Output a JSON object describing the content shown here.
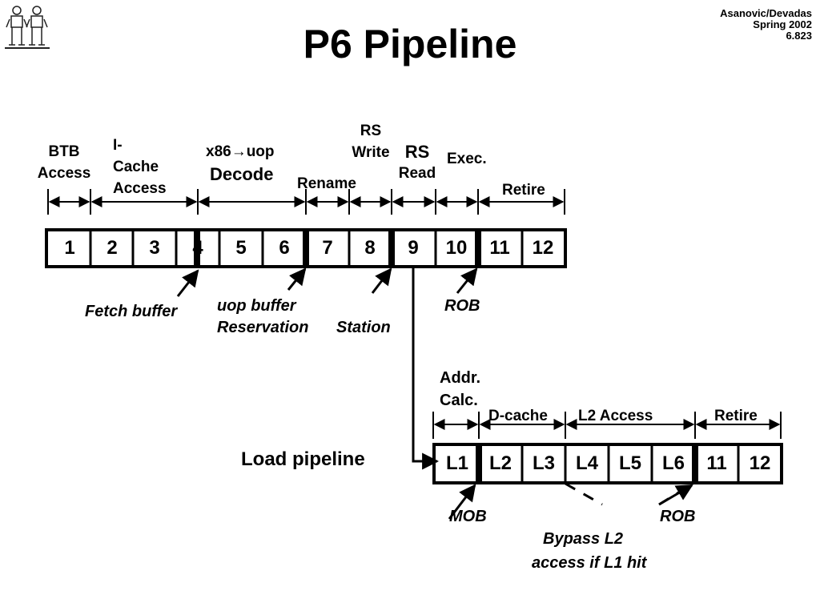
{
  "slide": {
    "title": "P6 Pipeline",
    "credit": [
      "Asanovic/Devadas",
      "Spring 2002",
      "6.823"
    ],
    "logo_icon": "mit-people-logo-icon"
  },
  "main_pipeline": {
    "stage_labels": {
      "btb": [
        "BTB",
        "Access"
      ],
      "icache": [
        "I-",
        "Cache",
        "Access"
      ],
      "decode_top": "x86→uop",
      "decode_bottom": "Decode",
      "rename": "Rename",
      "rs_write": [
        "RS",
        "Write"
      ],
      "rs_read": [
        "RS",
        "Read"
      ],
      "exec": "Exec.",
      "retire": "Retire"
    },
    "cells": [
      "1",
      "2",
      "3",
      "4",
      "5",
      "6",
      "7",
      "8",
      "9",
      "10",
      "11",
      "12"
    ],
    "buffers": {
      "fetch": "Fetch buffer",
      "uop_buffer": "uop buffer",
      "reservation": "Reservation",
      "station": "Station",
      "rob": "ROB"
    }
  },
  "load_pipeline": {
    "heading": "Load pipeline",
    "stage_labels": {
      "addr": [
        "Addr.",
        "Calc."
      ],
      "dcache": "D-cache",
      "l2": "L2 Access",
      "retire": "Retire"
    },
    "cells": [
      "L1",
      "L2",
      "L3",
      "L4",
      "L5",
      "L6",
      "11",
      "12"
    ],
    "notes": {
      "mob": "MOB",
      "rob": "ROB",
      "bypass": [
        "Bypass L2",
        "access if L1 hit"
      ]
    }
  }
}
